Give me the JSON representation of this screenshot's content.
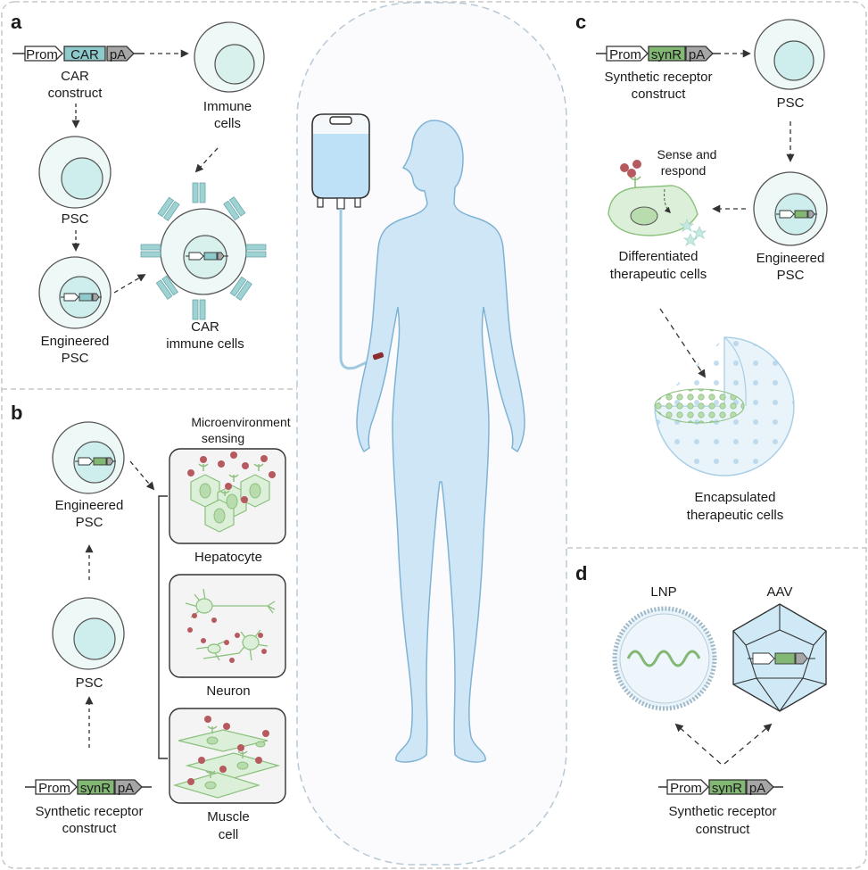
{
  "panels": {
    "a": "a",
    "b": "b",
    "c": "c",
    "d": "d"
  },
  "construct_parts": {
    "prom": "Prom",
    "car": "CAR",
    "synr": "synR",
    "pa": "pA"
  },
  "panel_a": {
    "construct_l1": "CAR",
    "construct_l2": "construct",
    "immune_l1": "Immune",
    "immune_l2": "cells",
    "psc": "PSC",
    "eng_l1": "Engineered",
    "eng_l2": "PSC",
    "car_l1": "CAR",
    "car_l2": "immune cells"
  },
  "panel_b": {
    "eng_l1": "Engineered",
    "eng_l2": "PSC",
    "psc": "PSC",
    "construct_l1": "Synthetic receptor",
    "construct_l2": "construct",
    "micro_l1": "Microenvironment",
    "micro_l2": "sensing",
    "hepatocyte": "Hepatocyte",
    "neuron": "Neuron",
    "muscle_l1": "Muscle",
    "muscle_l2": "cell"
  },
  "panel_c": {
    "construct_l1": "Synthetic receptor",
    "construct_l2": "construct",
    "psc": "PSC",
    "sense_l1": "Sense and",
    "sense_l2": "respond",
    "diff_l1": "Differentiated",
    "diff_l2": "therapeutic cells",
    "eng_l1": "Engineered",
    "eng_l2": "PSC",
    "encap_l1": "Encapsulated",
    "encap_l2": "therapeutic cells"
  },
  "panel_d": {
    "lnp": "LNP",
    "aav": "AAV",
    "construct_l1": "Synthetic receptor",
    "construct_l2": "construct"
  },
  "colors": {
    "car": "#8ec9cc",
    "synr": "#82b774",
    "pa": "#a6a6a6",
    "cell_fill": "#eef8f6",
    "nucleus": "#cdeeec",
    "body": "#cfe6f7",
    "ligand": "#b65a60",
    "green_cell": "#dcefd8",
    "green_line": "#8cc07e"
  }
}
